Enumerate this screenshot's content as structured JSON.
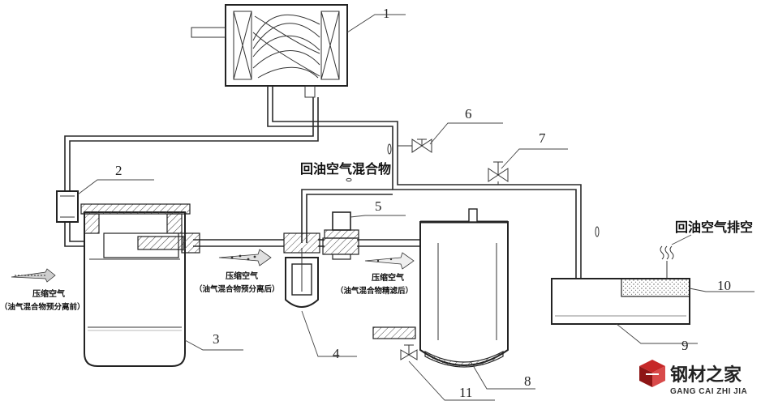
{
  "labels": {
    "n1": "1",
    "n2": "2",
    "n3": "3",
    "n4": "4",
    "n5": "5",
    "n6": "6",
    "n7": "7",
    "n8": "8",
    "n9": "9",
    "n10": "10",
    "n11": "11"
  },
  "text": {
    "return_oil_air_mix": "回油空气混合物",
    "return_oil_air_exhaust": "回油空气排空",
    "left_caption_line1": "压缩空气",
    "left_caption_line2": "（油气混合物预分离前）",
    "mid_caption_line1": "压缩空气",
    "mid_caption_line2": "（油气混合物预分离后）",
    "right_caption_line1": "压缩空气",
    "right_caption_line2": "（油气混合物精滤后）"
  },
  "logo": {
    "name": "钢材之家",
    "pinyin": "GANG CAI ZHI JIA",
    "color": "#b01818"
  }
}
